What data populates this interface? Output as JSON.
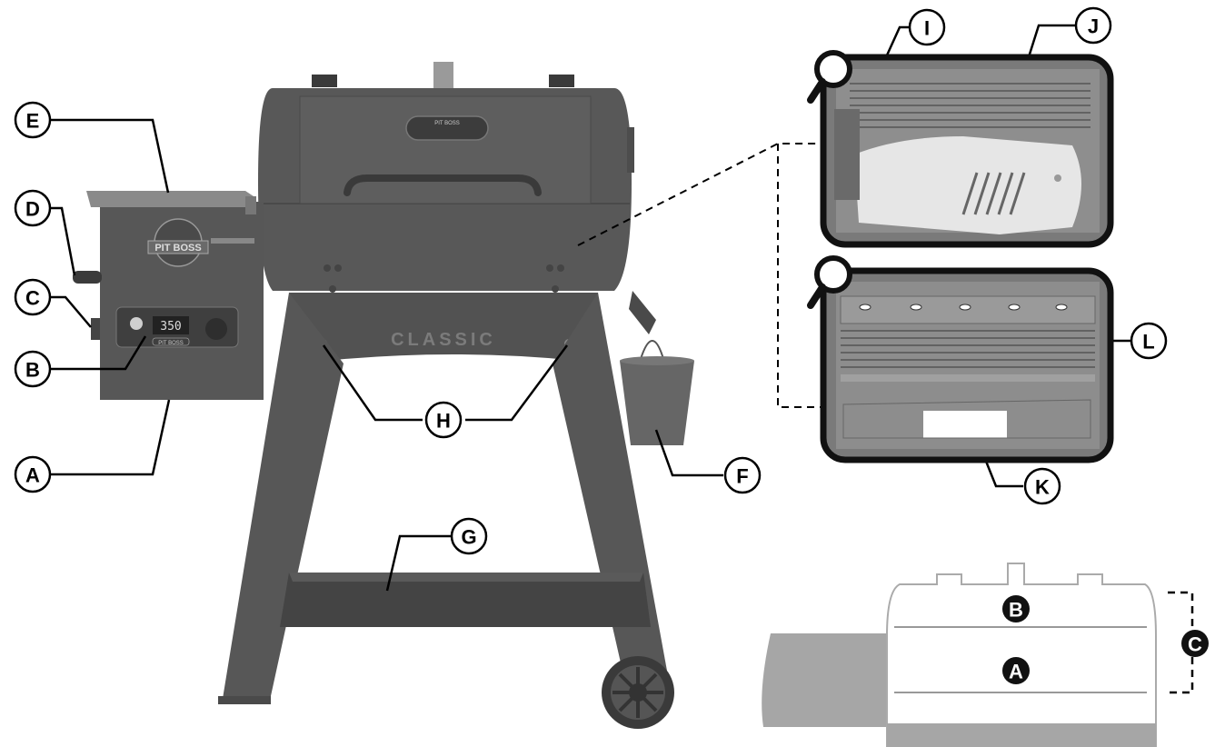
{
  "product": {
    "model_name": "CLASSIC",
    "brand_logo": "PIT BOSS",
    "display_reading": "350"
  },
  "callouts": {
    "A": "A",
    "B": "B",
    "C": "C",
    "D": "D",
    "E": "E",
    "F": "F",
    "G": "G",
    "H": "H",
    "I": "I",
    "J": "J",
    "K": "K",
    "L": "L"
  },
  "cooking_area_diagram": {
    "upper_label": "B",
    "lower_label": "A",
    "total_label": "C"
  },
  "icons": [
    "magnifier-icon",
    "magnifier-icon"
  ],
  "colors": {
    "grill_body": "#575757",
    "grill_dark": "#3f3f3f",
    "line": "#000000",
    "inset_border": "#111111",
    "silhouette": "#a6a6a6"
  }
}
